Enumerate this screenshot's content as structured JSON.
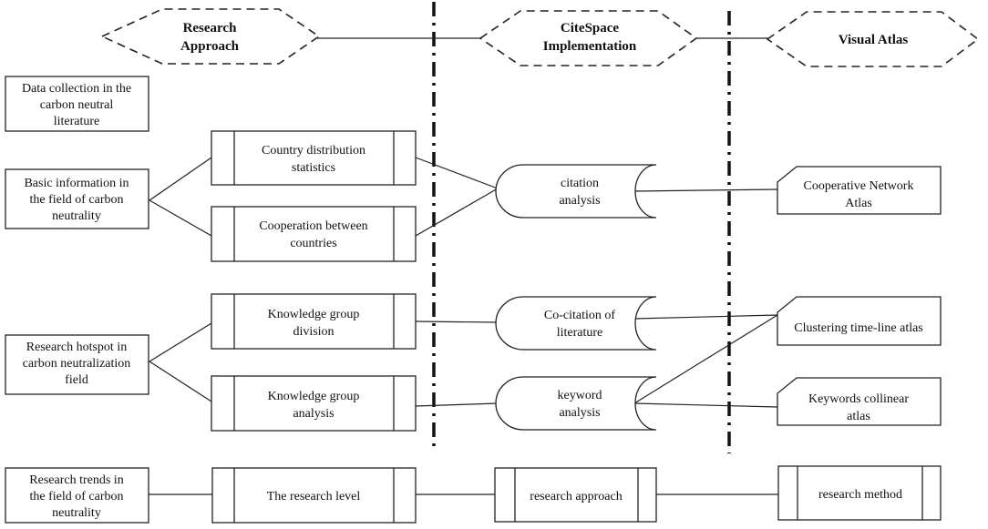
{
  "headers": {
    "research_approach": [
      "Research",
      "Approach"
    ],
    "citespace_implementation": [
      "CiteSpace",
      "Implementation"
    ],
    "visual_atlas": [
      "Visual Atlas"
    ]
  },
  "stages": {
    "data_collection": [
      "Data collection in the",
      "carbon neutral",
      "literature"
    ],
    "basic_information": [
      "Basic information in",
      "the field of carbon",
      "neutrality"
    ],
    "research_hotspot": [
      "Research hotspot in",
      "carbon neutralization",
      "field"
    ],
    "research_trends": [
      "Research trends in",
      "the field of carbon",
      "neutrality"
    ]
  },
  "approaches": {
    "country_distribution": [
      "Country distribution",
      "statistics"
    ],
    "cooperation_countries": [
      "Cooperation between",
      "countries"
    ],
    "knowledge_division": [
      "Knowledge group",
      "division"
    ],
    "knowledge_analysis": [
      "Knowledge group",
      "analysis"
    ],
    "research_level": [
      "The research level"
    ]
  },
  "implementations": {
    "citation_analysis": [
      "citation",
      "analysis"
    ],
    "co_citation": [
      "Co-citation of",
      "literature"
    ],
    "keyword_analysis": [
      "keyword",
      "analysis"
    ],
    "research_approach": [
      "research approach"
    ]
  },
  "atlases": {
    "cooperative_network": [
      "Cooperative Network",
      "Atlas"
    ],
    "clustering_timeline": [
      "Clustering time-line atlas"
    ],
    "keywords_collinear": [
      "Keywords collinear",
      "atlas"
    ],
    "research_method": [
      "research method"
    ]
  }
}
